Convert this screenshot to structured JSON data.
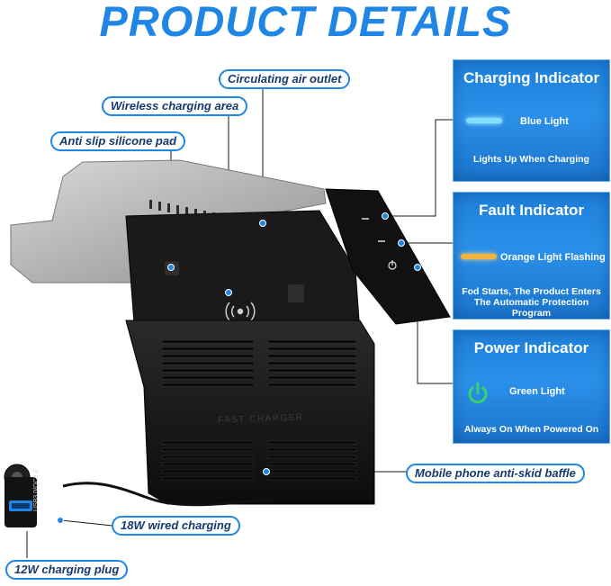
{
  "header": {
    "title": "PRODUCT DETAILS"
  },
  "callouts": {
    "circulating_air_outlet": "Circulating air outlet",
    "wireless_charging_area": "Wireless charging area",
    "anti_slip_pad": "Anti slip silicone pad",
    "mobile_phone_baffle": "Mobile phone anti-skid baffle",
    "wired_charging": "18W wired charging",
    "charging_plug": "12W charging plug"
  },
  "device": {
    "panel_text": "FAST CHARGER",
    "usb_label": "USB3.0/QC3.0"
  },
  "panels": {
    "charging": {
      "title": "Charging Indicator",
      "light": "Blue Light",
      "desc": "Lights Up When Charging",
      "color": "#7fe0ff"
    },
    "fault": {
      "title": "Fault Indicator",
      "light": "Orange Light Flashing",
      "desc_line1": "Fod Starts, The Product Enters",
      "desc_line2": "The Automatic Protection Program",
      "color": "#f2b43a"
    },
    "power": {
      "title": "Power Indicator",
      "light": "Green Light",
      "desc": "Always On When Powered On",
      "color": "#34d46a"
    }
  },
  "colors": {
    "accent": "#1f86e6",
    "panel_bg": "#2288e4",
    "device": "#141414"
  }
}
